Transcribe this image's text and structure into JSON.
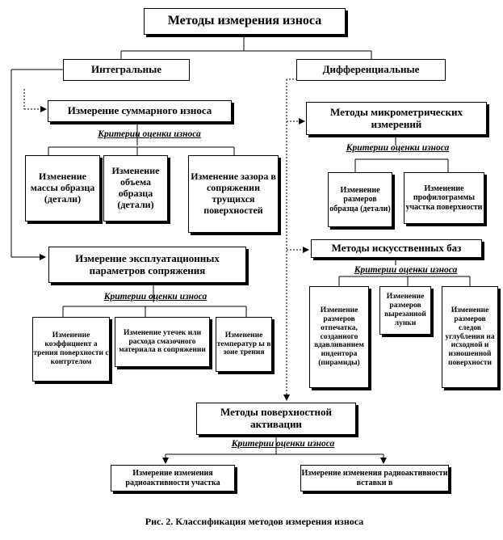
{
  "diagram": {
    "title": "Методы измерения износа",
    "integral": "Интегральные",
    "differential": "Дифференциальные",
    "sum_wear": "Измерение суммарного износа",
    "criteria_label": "Критерии оценки износа",
    "sum_criteria": [
      "Изменение массы образца (детали)",
      "Изменение объема образца (детали)",
      "Изменение зазора в сопряжении трущихся поверхностей"
    ],
    "exploit": "Измерение эксплуатационных параметров сопряжения",
    "exploit_criteria": [
      "Изменение коэффициент а трения поверхности с контртелом",
      "Изменение утечек или расхода смазочного материала в сопряжении",
      "Изменение температур ы в зоне трения"
    ],
    "micro": "Методы микрометрических измерений",
    "micro_criteria": [
      "Изменение размеров образца (детали)",
      "Изменение профилограммы участка поверхности"
    ],
    "artificial": "Методы искусственных баз",
    "artificial_criteria": [
      "Изменение размеров отпечатка, созданного вдавливанием индентора (пирамиды)",
      "Изменение размеров вырезанной лунки",
      "Изменение размеров следов углубления на исходной и изношенной поверхности"
    ],
    "surface": "Методы поверхностной активации",
    "surface_criteria": [
      "Измерение изменения радиоактивности участка",
      "Измерение изменения радиоактивности вставки в"
    ],
    "caption": "Рис. 2. Классификация методов измерения износа"
  }
}
